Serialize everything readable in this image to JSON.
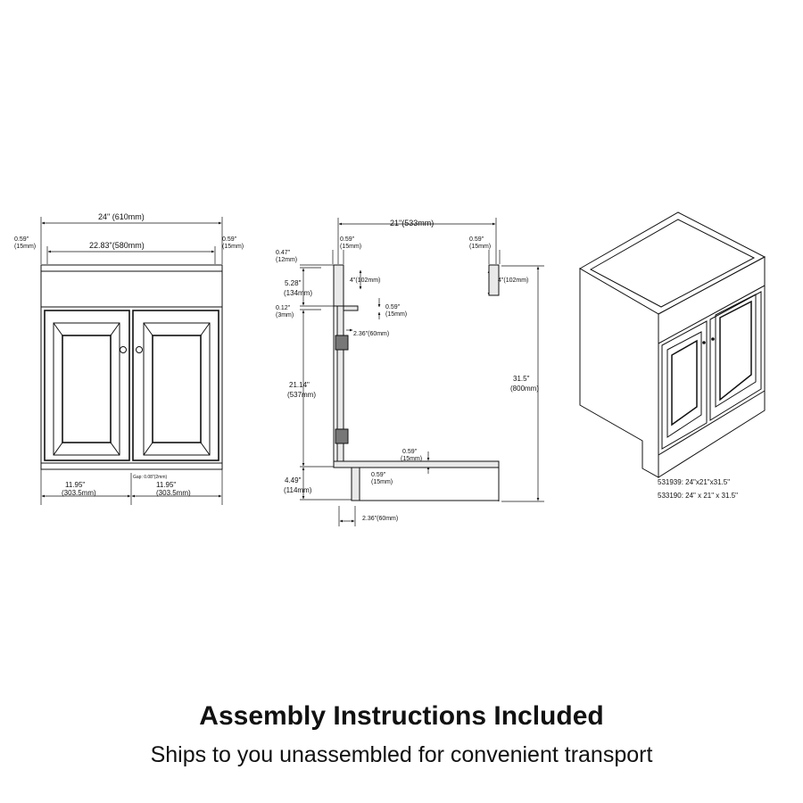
{
  "front_view": {
    "overall_width": "24\" (610mm)",
    "side_left_a": "0.59\"",
    "side_left_b": "(15mm)",
    "inner_width": "22.83\"(580mm)",
    "side_right_a": "0.59\"",
    "side_right_b": "(15mm)",
    "door_left_a": "11.95\"",
    "door_left_b": "(303.5mm)",
    "door_right_a": "11.95\"",
    "door_right_b": "(303.5mm)",
    "gap_label": "Gap: 0.08\"(2mm)"
  },
  "side_view": {
    "depth": "21\"(533mm)",
    "back_thick_a": "0.59\"",
    "back_thick_b": "(15mm)",
    "front_thick_a": "0.59\"",
    "front_thick_b": "(15mm)",
    "top_offset_a": "0.47\"",
    "top_offset_b": "(12mm)",
    "rail_height_left": "4\"(102mm)",
    "rail_height_right": "4\"(102mm)",
    "upper_a": "5.28\"",
    "upper_b": "(134mm)",
    "gap_a": "0.12\"",
    "gap_b": "(3mm)",
    "shelf_thick_a": "0.59\"",
    "shelf_thick_b": "(15mm)",
    "hinge_depth": "2.36\"(60mm)",
    "door_height_a": "21.14\"",
    "door_height_b": "(537mm)",
    "total_height_a": "31.5\"",
    "total_height_b": "(800mm)",
    "bottom_thick_a": "0.59\"",
    "bottom_thick_b": "(15mm)",
    "toe_height_a": "4.49\"",
    "toe_height_b": "(114mm)",
    "toe_thick_a": "0.59\"",
    "toe_thick_b": "(15mm)",
    "toe_depth": "2.36\"(60mm)"
  },
  "models": [
    "531939: 24\"x21\"x31.5\"",
    "533190: 24\" x 21\" x 31.5\""
  ],
  "caption": {
    "title": "Assembly Instructions Included",
    "subtitle": "Ships to you unassembled for convenient transport"
  }
}
